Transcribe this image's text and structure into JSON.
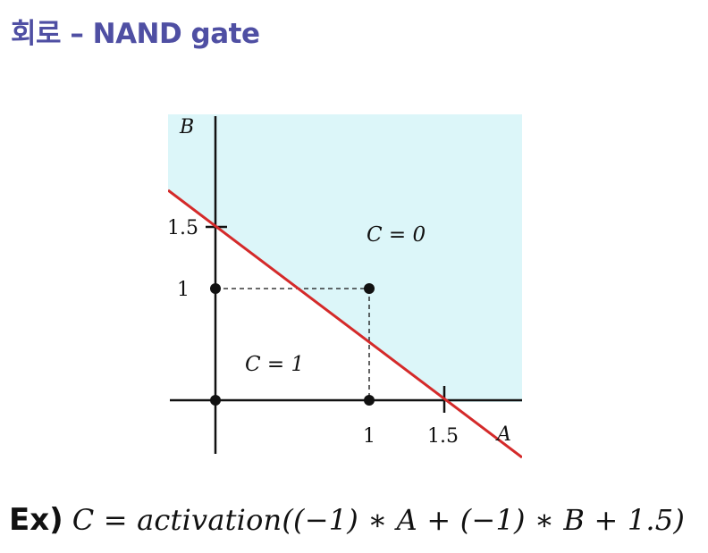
{
  "title": "회로 – NAND gate",
  "diagram": {
    "axis_x_label": "A",
    "axis_y_label": "B",
    "x_ticks": [
      "1",
      "1.5"
    ],
    "y_ticks": [
      "1",
      "1.5"
    ],
    "region_upper_label": "C = 0",
    "region_lower_label": "C = 1",
    "decision_line": "A + B = 1.5",
    "points": [
      {
        "A": 0,
        "B": 0
      },
      {
        "A": 1,
        "B": 0
      },
      {
        "A": 0,
        "B": 1
      },
      {
        "A": 1,
        "B": 1
      }
    ],
    "colors": {
      "region_fill": "#dcf6f9",
      "decision_line": "#d42a2a",
      "axis": "#111111"
    }
  },
  "formula": {
    "prefix": "Ex)",
    "expression": "C = activation((−1) ∗ A + (−1) ∗ B + 1.5)"
  }
}
